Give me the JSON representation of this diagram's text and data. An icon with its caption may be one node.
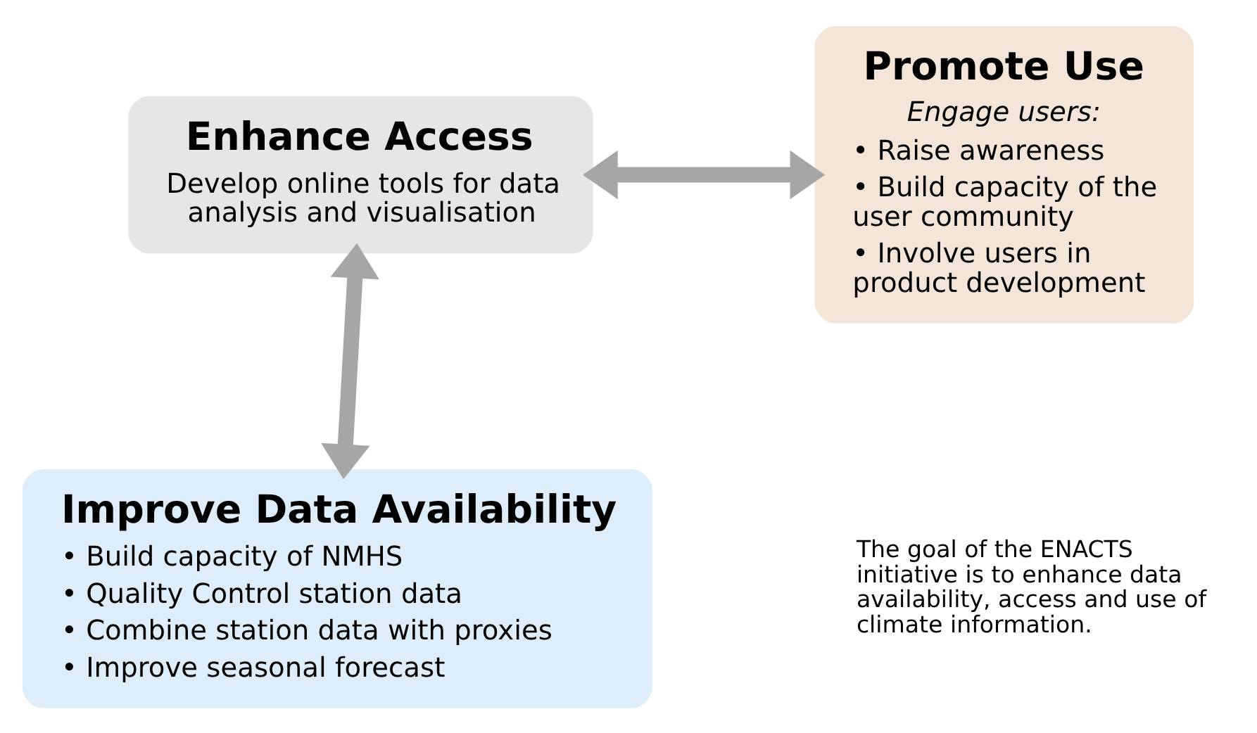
{
  "diagram": {
    "nodes": [
      {
        "text": [
          "Enhance Access",
          "Develop online tools for data analysis and visualisation"
        ]
      },
      {
        "text": [
          "Promote Use",
          "Engage users:",
          "• Raise awareness",
          "• Build capacity of the user community",
          "• Involve users in product development"
        ]
      },
      {
        "text": [
          "Improve Data Availability",
          "• Build capacity of NMHS",
          "• Quality Control station data",
          "• Combine station data with proxies",
          "• Improve seasonal forecast"
        ]
      }
    ],
    "edges": [
      {
        "from": 0,
        "to": 1,
        "arrow": "both"
      },
      {
        "from": 0,
        "to": 2,
        "arrow": "both"
      }
    ],
    "labels": [
      "The goal of the ENACTS initiative is to enhance data availability, access and use of climate information."
    ]
  }
}
